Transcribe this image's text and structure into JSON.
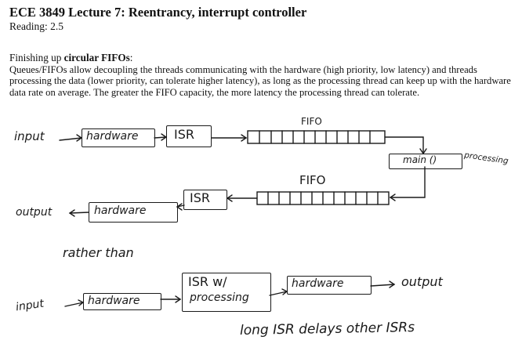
{
  "lecture": {
    "title": "ECE 3849 Lecture 7: Reentrancy, interrupt controller",
    "reading": "Reading: 2.5"
  },
  "intro": {
    "prefix": "Finishing up ",
    "bold": "circular FIFOs",
    "suffix": ":"
  },
  "paragraph": "Queues/FIFOs allow decoupling the threads communicating with the hardware (high priority, low latency) and threads processing the data (lower priority, can tolerate higher latency), as long as the processing thread can keep up with the hardware data rate on average.  The greater the FIFO capacity, the more latency the processing thread can tolerate.",
  "sketch": {
    "input_label": "input",
    "hardware_label": "hardware",
    "isr_label": "ISR",
    "fifo_label": "FIFO",
    "main_label": "main ()",
    "processing_label": "processing",
    "output_label": "output",
    "rather_than": "rather than",
    "isr_w": "ISR w/",
    "isr_processing": "processing",
    "footnote": "long ISR delays other ISRs"
  }
}
